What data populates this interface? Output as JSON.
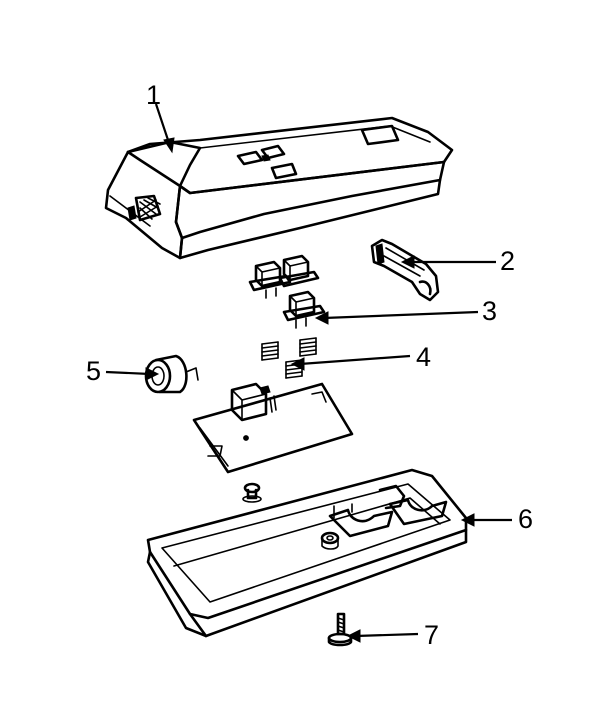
{
  "colors": {
    "ink": "#000000",
    "paper": "#ffffff"
  },
  "parts": [
    {
      "id": "cover",
      "label": "1"
    },
    {
      "id": "knob",
      "label": "2"
    },
    {
      "id": "switch-assembly",
      "label": "3"
    },
    {
      "id": "springs",
      "label": "4"
    },
    {
      "id": "roller",
      "label": "5"
    },
    {
      "id": "base",
      "label": "6"
    },
    {
      "id": "screw",
      "label": "7"
    }
  ]
}
